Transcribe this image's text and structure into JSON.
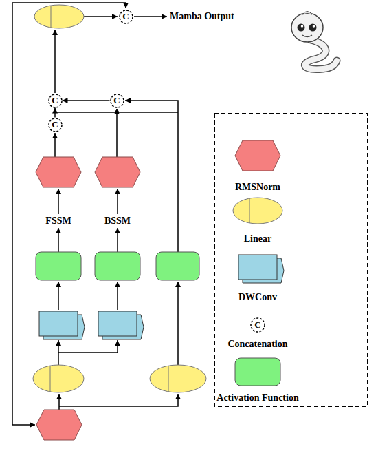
{
  "diagram": {
    "nodes": [
      {
        "text": [
          "C"
        ]
      },
      {
        "text": [
          "C"
        ]
      },
      {
        "text": [
          "C"
        ]
      },
      {
        "text": [
          "C"
        ]
      },
      {
        "text": [
          "C"
        ]
      }
    ],
    "edges": [
      {
        "from": 3,
        "to": 1,
        "arrow": "to"
      },
      {
        "from": 2,
        "to": 1,
        "arrow": "to"
      }
    ],
    "labels": [
      "Mamba Output",
      "FSSM",
      "BSSM"
    ],
    "legend": [
      {
        "text": "RMSNorm",
        "color": "#f57f7f"
      },
      {
        "text": "Linear",
        "color": "#fff07f"
      },
      {
        "text": "DWConv",
        "color": "#9dd5e5"
      },
      {
        "text": "Concatenation"
      },
      {
        "text": "Activation Function",
        "color": "#7ff27f"
      }
    ]
  }
}
